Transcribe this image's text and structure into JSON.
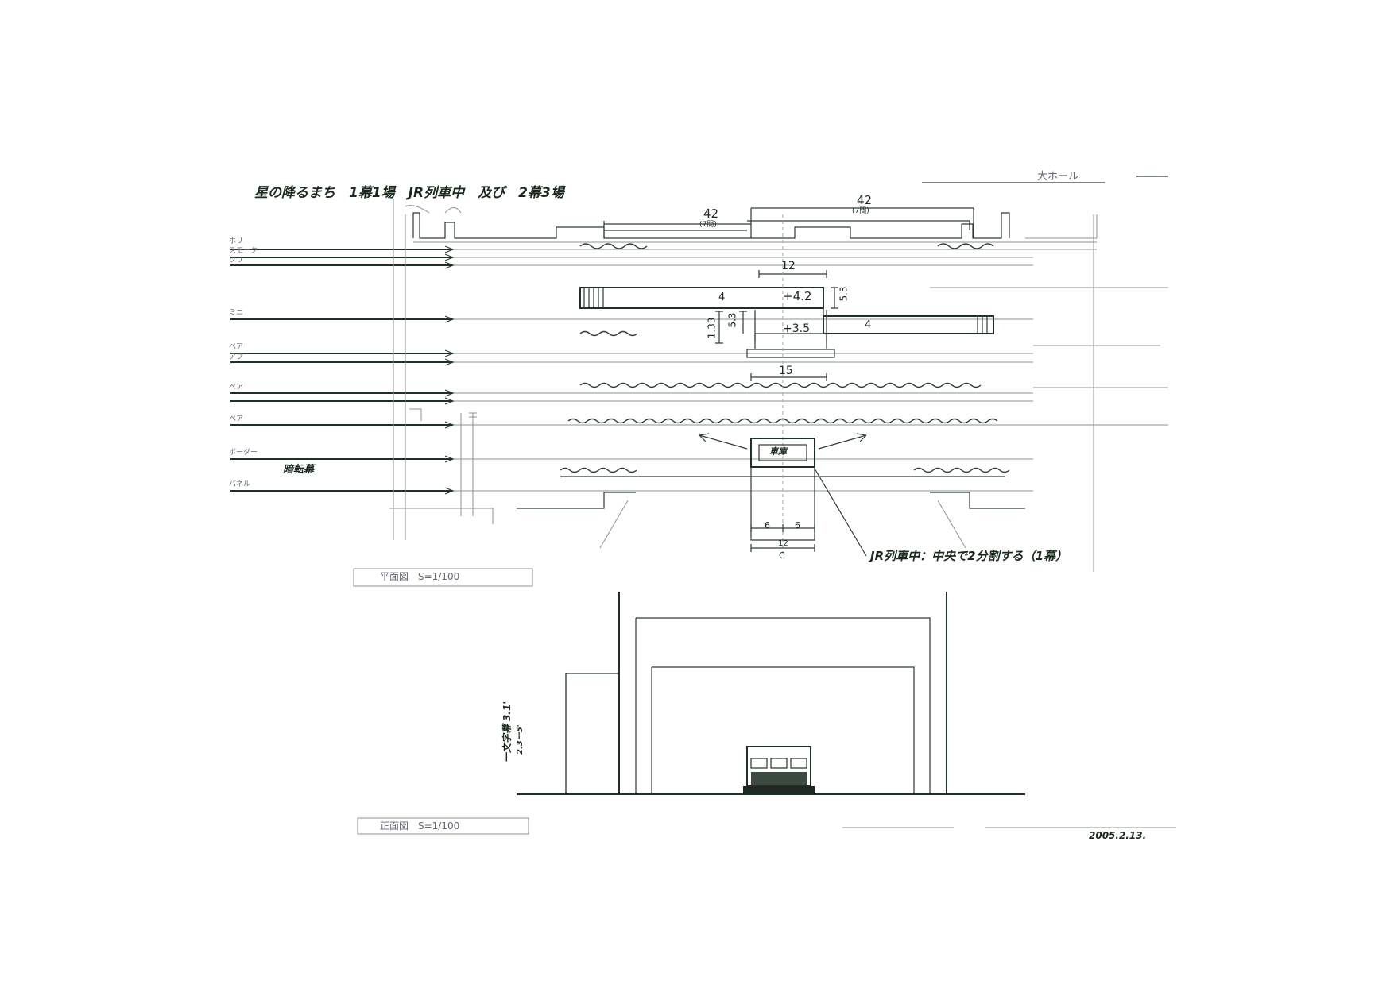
{
  "titles": {
    "main": "星の降るまち　1幕1場　JR列車中　及び　2幕3場",
    "venue": "大ホール",
    "plan_label": "平面図　S=1/100",
    "section_label": "正面図　S=1/100",
    "footer_note": "2005.2.13."
  },
  "dimensions": {
    "top_left": "42",
    "top_left_sub": "(7間)",
    "top_right": "42",
    "top_right_sub": "(7間)",
    "riser_width": "12",
    "upper_height": "+4.2",
    "upper_thick": "4",
    "upper_right": "5.3",
    "lower_height": "+3.5",
    "lower_thick": "4",
    "side_1": "1.33",
    "side_2": "5.3",
    "lower_width": "15",
    "split_left": "6",
    "split_right": "6",
    "split_total": "12",
    "center_mark": "C"
  },
  "labels": {
    "unit": "車庫",
    "note": "JR列車中：中央で2分割する（1幕）",
    "curtain": "暗転幕",
    "section_height": "一文字幕 3.1'",
    "section_height_sub": "2.3ー5'"
  },
  "batten_labels": [
    "ホリ",
    "スモーク",
    "ツリ",
    "ミニ",
    "ペア",
    "アフ",
    "ペア",
    "ペア",
    "ボーダー",
    "パネル"
  ]
}
